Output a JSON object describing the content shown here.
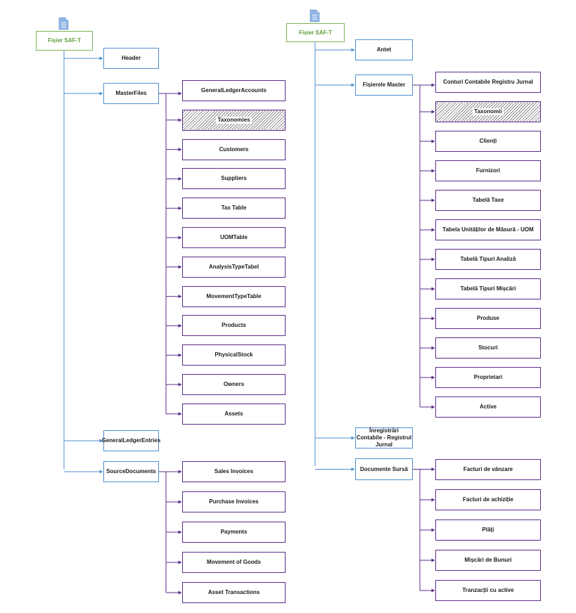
{
  "colors": {
    "root_border": "#7db356",
    "root_text": "#5f9e3a",
    "blue": "#4f8fd0",
    "purple": "#5a2d8a",
    "icon": "#8fb4e3"
  },
  "icons": {
    "root_icon": "document-icon"
  },
  "english": {
    "root": "Fișier SAF-T",
    "header": "Header",
    "master_files": "MasterFiles",
    "master_items": [
      "GeneralLedgerAccounts",
      "Taxonomies",
      "Customers",
      "Suppliers",
      "Tax Table",
      "UOMTable",
      "AnalysisTypeTabel",
      "MovementTypeTable",
      "Products",
      "PhysicalStock",
      "Owners",
      "Assets"
    ],
    "general_ledger_entries": "GeneralLedgerEntries",
    "source_documents": "SourceDocuments",
    "source_items": [
      "Sales Invoices",
      "Purchase Invoices",
      "Payments",
      "Movement of Goods",
      "Asset Transactions"
    ]
  },
  "romanian": {
    "root": "Fișier SAF-T",
    "header": "Antet",
    "master_files": "Fișierele Master",
    "master_items": [
      "Conturi Contabile Registru Jurnal",
      "Taxonomii",
      "Clienți",
      "Furnizori",
      "Tabelă Taxe",
      "Tabela Unităților de Măsură - UOM",
      "Tabelă Tipuri Analiză",
      "Tabelă Tipuri Mișcări",
      "Produse",
      "Stocuri",
      "Proprietari",
      "Active"
    ],
    "general_ledger_entries": "Înregistrări Contabile - Registrul Jurnal",
    "source_documents": "Documente Sursă",
    "source_items": [
      "Facturi de vânzare",
      "Facturi de achiziție",
      "Plăți",
      "Mișcări de Bunuri",
      "Tranzacții cu active"
    ]
  }
}
